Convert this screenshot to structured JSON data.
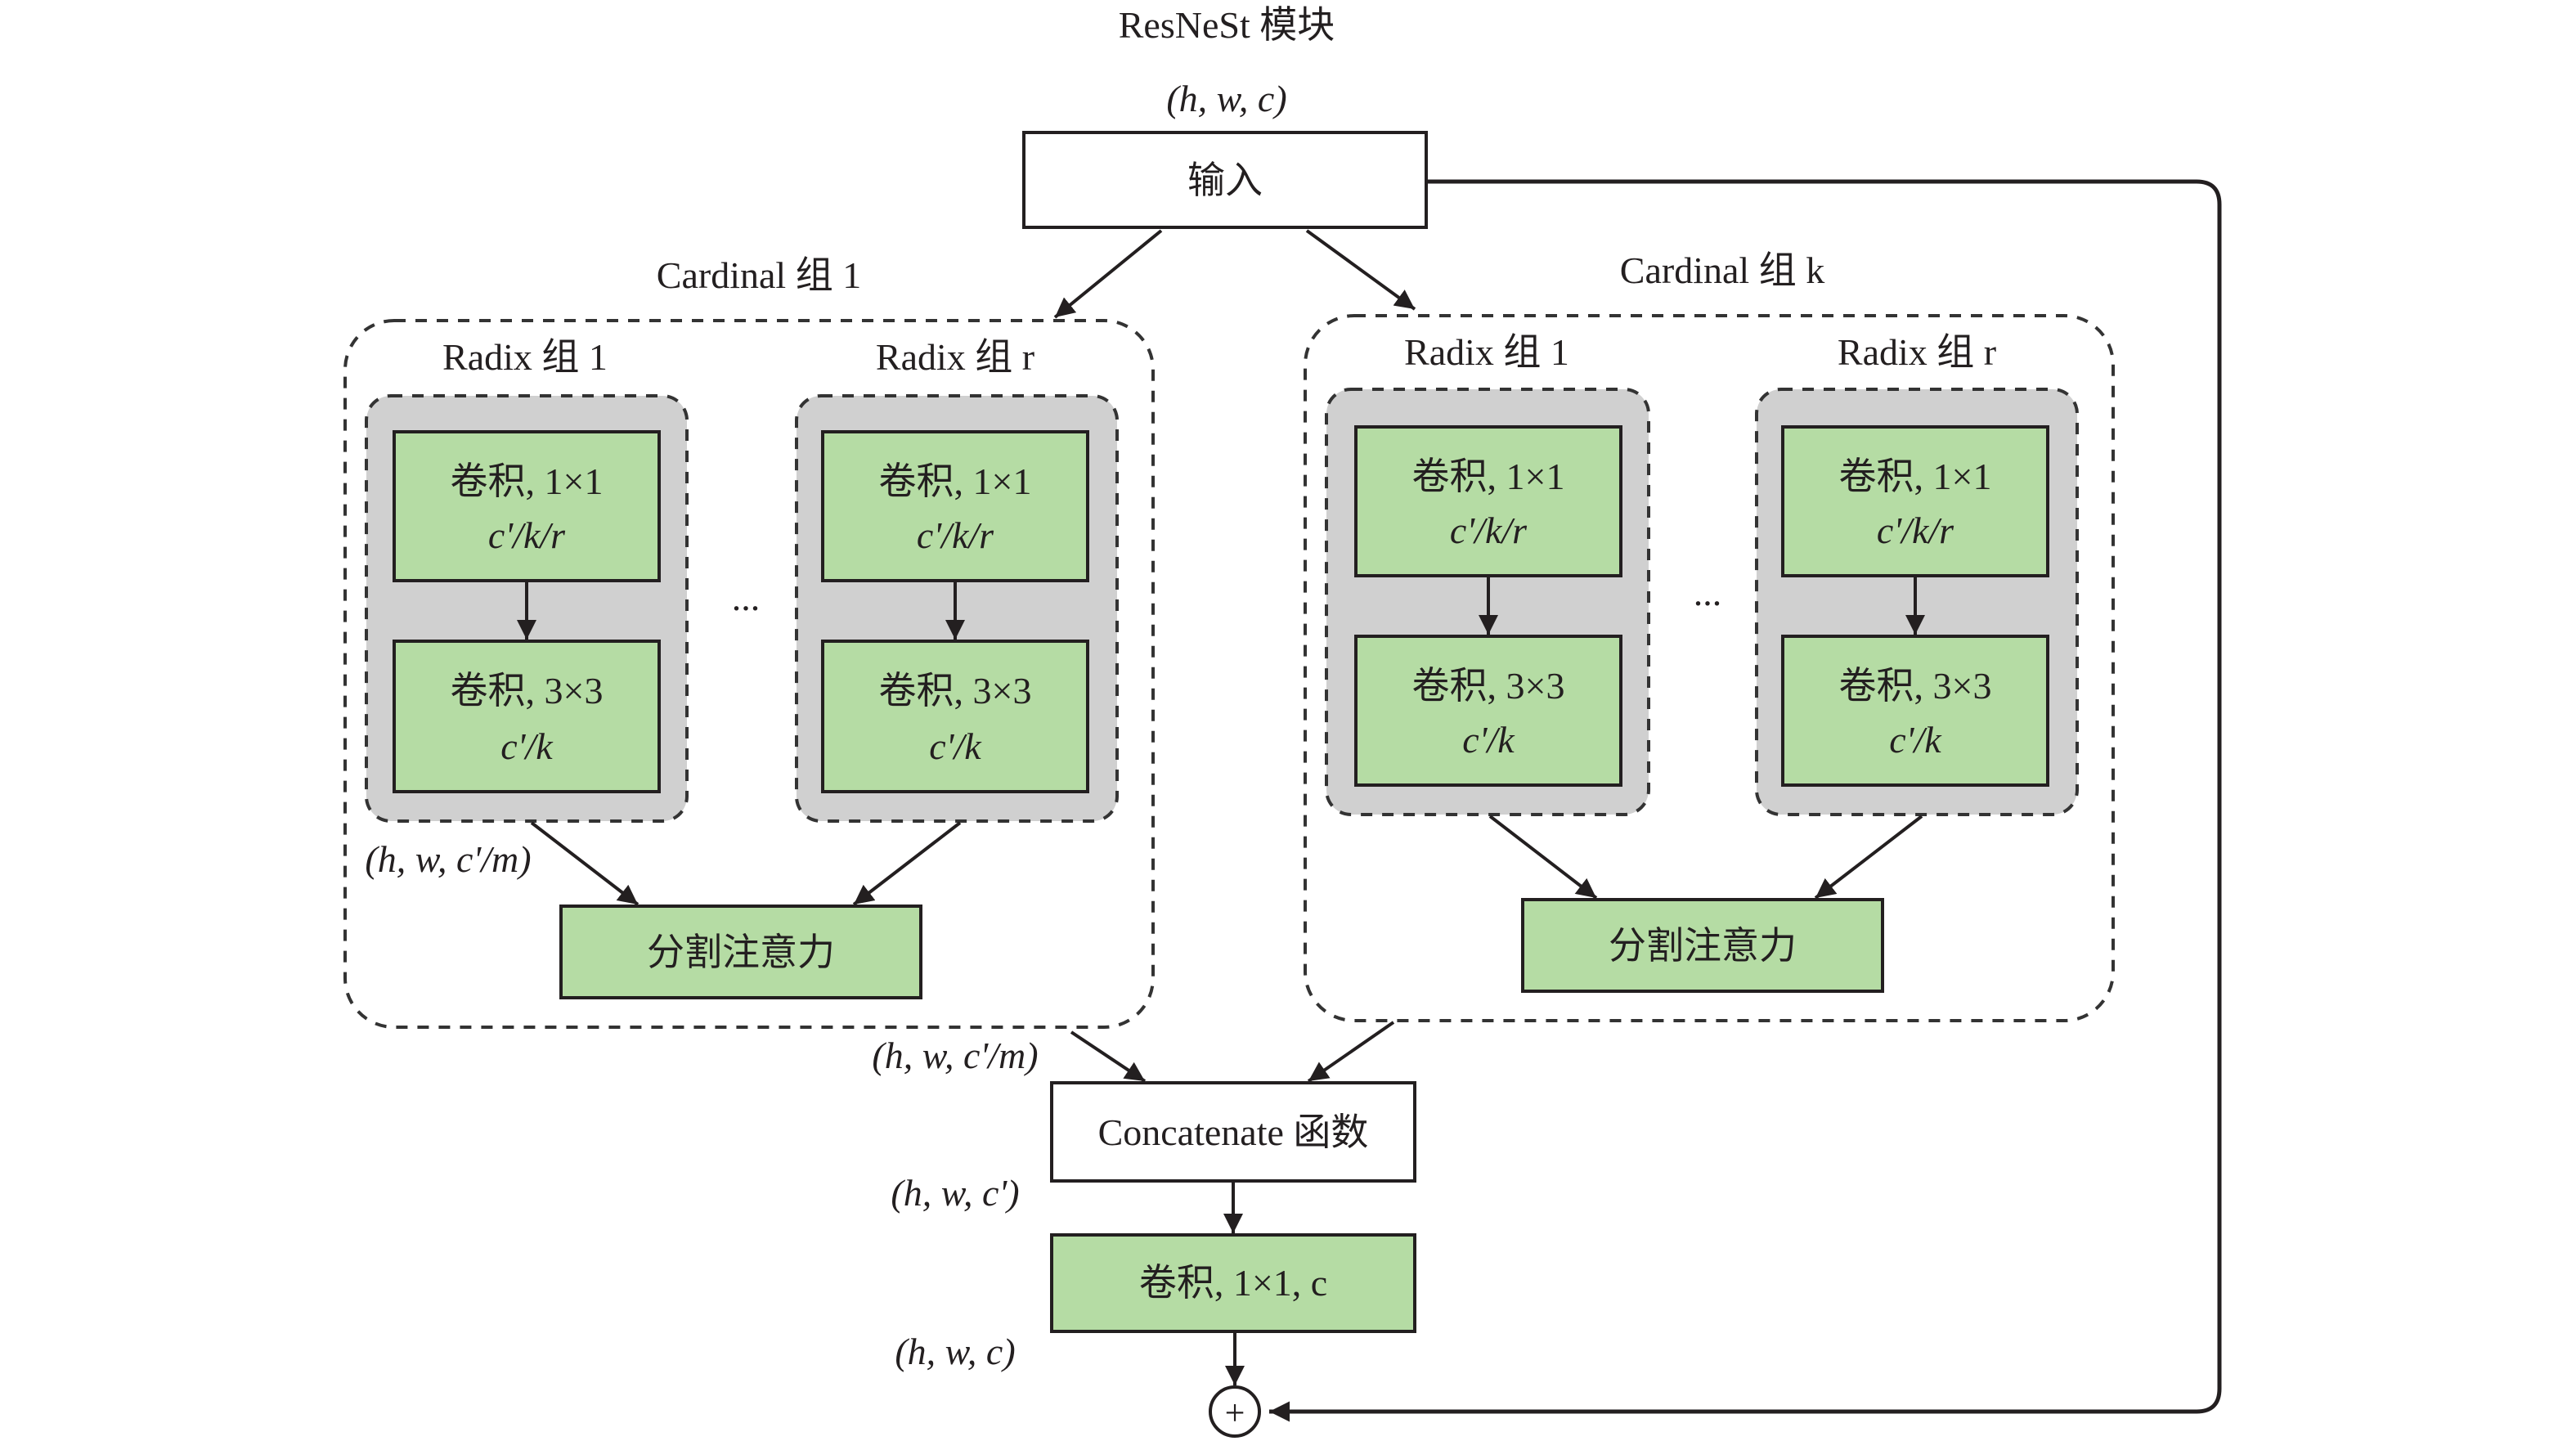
{
  "title": "ResNeSt 模块",
  "input": {
    "shape": "(h, w, c)",
    "label": "输入"
  },
  "cardinal_groups": [
    {
      "label": "Cardinal 组 1",
      "radix_groups": [
        {
          "label": "Radix 组 1",
          "conv1": {
            "line1": "卷积, 1×1",
            "line2": "c'/k/r"
          },
          "conv2": {
            "line1": "卷积, 3×3",
            "line2": "c'/k"
          }
        },
        {
          "label": "Radix 组 r",
          "conv1": {
            "line1": "卷积, 1×1",
            "line2": "c'/k/r"
          },
          "conv2": {
            "line1": "卷积, 3×3",
            "line2": "c'/k"
          }
        }
      ],
      "ellipsis": "...",
      "radix_output_shape": "(h, w, c'/m)",
      "split_attention": "分割注意力"
    },
    {
      "label": "Cardinal 组 k",
      "radix_groups": [
        {
          "label": "Radix 组 1",
          "conv1": {
            "line1": "卷积, 1×1",
            "line2": "c'/k/r"
          },
          "conv2": {
            "line1": "卷积, 3×3",
            "line2": "c'/k"
          }
        },
        {
          "label": "Radix 组 r",
          "conv1": {
            "line1": "卷积, 1×1",
            "line2": "c'/k/r"
          },
          "conv2": {
            "line1": "卷积, 3×3",
            "line2": "c'/k"
          }
        }
      ],
      "ellipsis": "...",
      "split_attention": "分割注意力"
    }
  ],
  "cardinal_output_shape": "(h, w, c'/m)",
  "concatenate": {
    "label": "Concatenate 函数",
    "output_shape": "(h, w, c')"
  },
  "final_conv": {
    "label": "卷积, 1×1, c",
    "output_shape": "(h, w, c)"
  },
  "sum_node": {
    "symbol": "+"
  },
  "colors": {
    "conv_fill": "#b5dca4",
    "radix_fill": "#d0d0d0",
    "stroke": "#231f20"
  }
}
